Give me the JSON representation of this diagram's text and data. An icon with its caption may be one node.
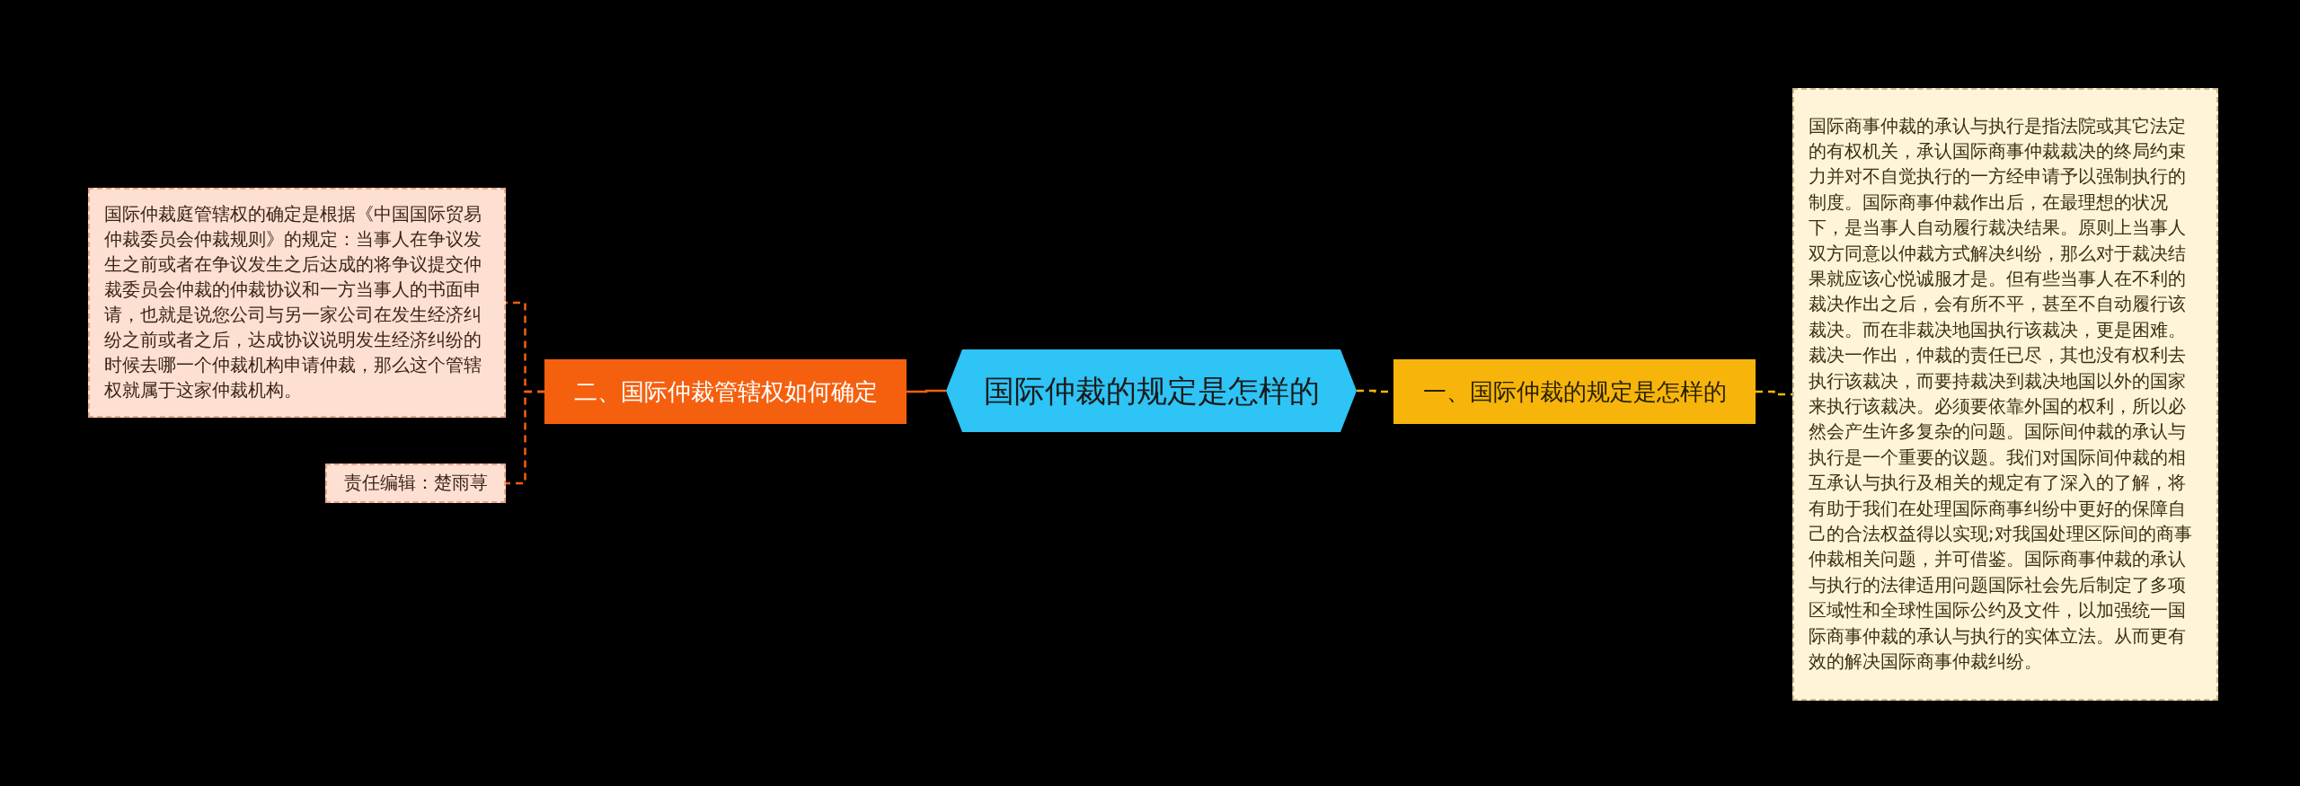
{
  "diagram": {
    "nodes": [
      {
        "text": [
          "国际仲裁的规定是怎样的"
        ]
      },
      {
        "text": [
          "二、国际仲裁管辖权如何确定"
        ]
      },
      {
        "text": [
          "国际仲裁庭管辖权的确定是根据《中国国际贸易仲裁委员会仲裁规则》的规定：当事人在争议发生之前或者在争议发生之后达成的将争议提交仲裁委员会仲裁的仲裁协议和一方当事人的书面申请，也就是说您公司与另一家公司在发生经济纠纷之前或者之后，达成协议说明发生经济纠纷的时候去哪一个仲裁机构申请仲裁，那么这个管辖权就属于这家仲裁机构。"
        ]
      },
      {
        "text": [
          "责任编辑：楚雨荨"
        ]
      },
      {
        "text": [
          "一、国际仲裁的规定是怎样的"
        ]
      },
      {
        "text": [
          "国际商事仲裁的承认与执行是指法院或其它法定的有权机关，承认国际商事仲裁裁决的终局约束力并对不自觉执行的一方经申请予以强制执行的制度。国际商事仲裁作出后，在最理想的状况下，是当事人自动履行裁决结果。原则上当事人双方同意以仲裁方式解决纠纷，那么对于裁决结果就应该心悦诚服才是。但有些当事人在不利的裁决作出之后，会有所不平，甚至不自动履行该裁决。而在非裁决地国执行该裁决，更是困难。裁决一作出，仲裁的责任已尽，其也没有权利去执行该裁决，而要持裁决到裁决地国以外的国家来执行该裁决。必须要依靠外国的权利，所以必然会产生许多复杂的问题。国际间仲裁的承认与执行是一个重要的议题。我们对国际间仲裁的相互承认与执行及相关的规定有了深入的了解，将有助于我们在处理国际商事纠纷中更好的保障自己的合法权益得以实现;对我国处理区际间的商事仲裁相关问题，并可借鉴。国际商事仲裁的承认与执行的法律适用问题国际社会先后制定了多项区域性和全球性国际公约及文件，以加强统一国际商事仲裁的承认与执行的实体立法。从而更有效的解决国际商事仲裁纠纷。"
        ]
      }
    ],
    "edges": [
      {
        "from": 0,
        "to": 1,
        "arrow": "none"
      },
      {
        "from": 1,
        "to": 2,
        "arrow": "none",
        "style": "dashed"
      },
      {
        "from": 1,
        "to": 3,
        "arrow": "none",
        "style": "dashed"
      },
      {
        "from": 0,
        "to": 4,
        "arrow": "none",
        "style": "dashed",
        "color": "#f5b800"
      },
      {
        "from": 4,
        "to": 5,
        "arrow": "none",
        "style": "dashed",
        "color": "#f5b800"
      }
    ]
  }
}
